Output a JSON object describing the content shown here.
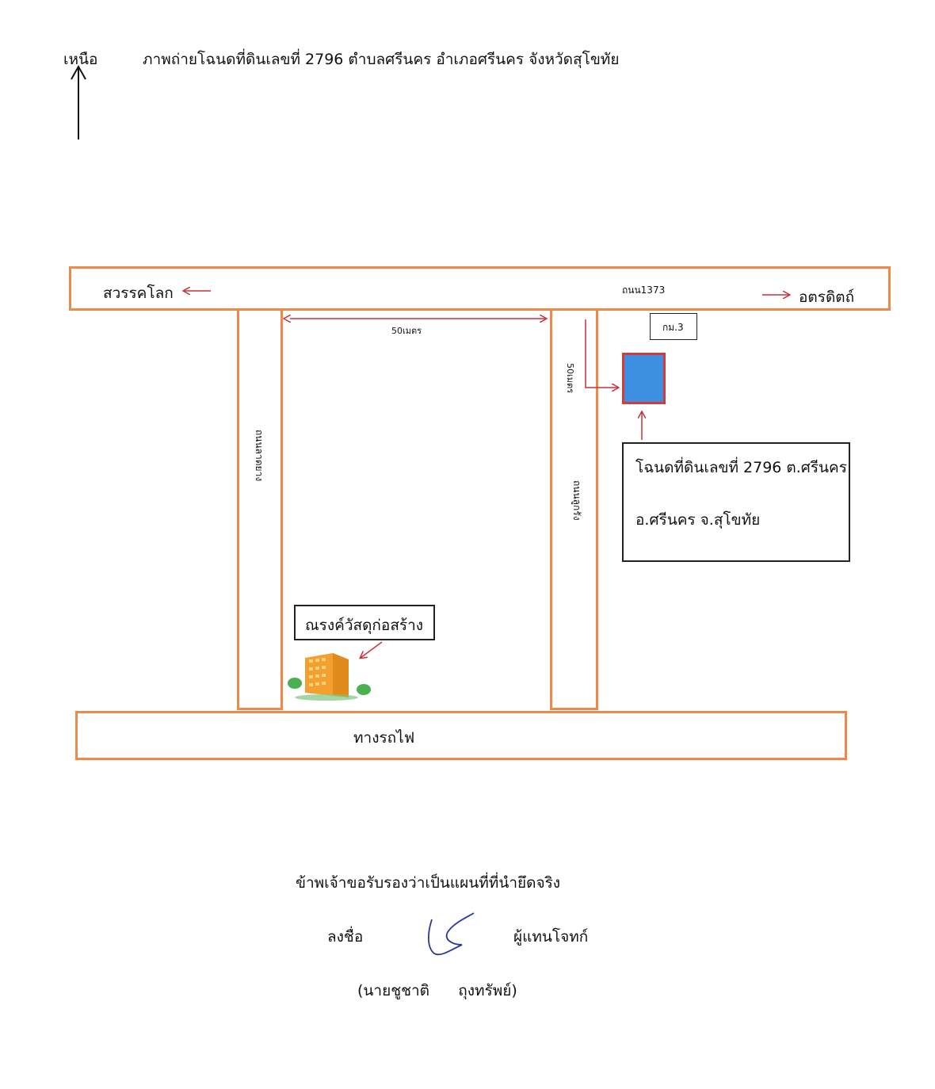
{
  "header": {
    "north_label": "เหนือ",
    "title": "ภาพถ่ายโฉนดที่ดินเลขที่ 2796 ตำบลศรีนคร อำเภอศรีนคร จังหวัดสุโขทัย"
  },
  "map": {
    "top_road_left_label": "สวรรคโลก",
    "top_road_name": "ถนน1373",
    "top_road_right_label": "อตรดิตถ์",
    "distance_horizontal": "50เมตร",
    "distance_vertical": "50เมตร",
    "km_marker": "กม.3",
    "left_road_name": "ถนนลาดยาง",
    "right_road_name": "ถนนลูกรัง",
    "bottom_road_name": "ทางรถไฟ",
    "store_label": "ณรงค์วัสดุก่อสร้าง",
    "deed_label_line1": "โฉนดที่ดินเลขที่ 2796 ต.ศรีนคร",
    "deed_label_line2": "อ.ศรีนคร จ.สุโขทัย",
    "colors": {
      "road_border": "#f0884a",
      "arrow": "#c8323a",
      "plot_fill": "#3d8fe0",
      "plot_border": "#d83a3a",
      "building": "#f4a030",
      "tree": "#4caf50"
    }
  },
  "footer": {
    "certification": "ข้าพเจ้าขอรับรองว่าเป็นแผนที่ที่นำยึดจริง",
    "sign_label": "ลงชื่อ",
    "signer_role": "ผู้แทนโจทก์",
    "signer_name": "(นายชูชาติ      ถุงทรัพย์)"
  }
}
